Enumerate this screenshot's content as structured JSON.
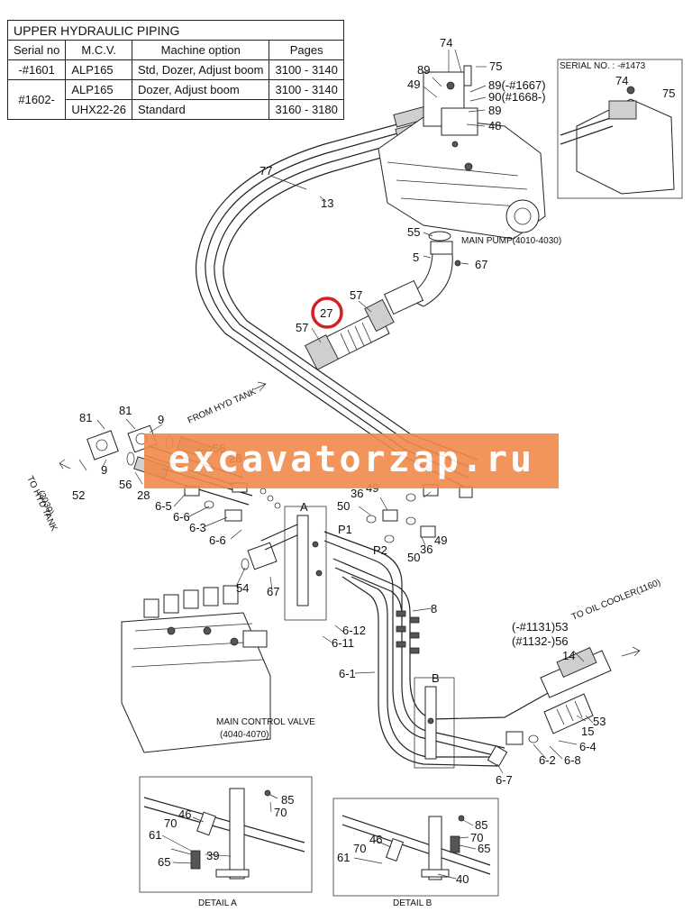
{
  "table": {
    "title": "UPPER HYDRAULIC PIPING",
    "headers": [
      "Serial no",
      "M.C.V.",
      "Machine option",
      "Pages"
    ],
    "rows": [
      {
        "serial": "-#1601",
        "mcv": "ALP165",
        "option": "Std, Dozer, Adjust boom",
        "pages": "3100 - 3140"
      },
      {
        "serial": "#1602-",
        "mcv": "ALP165",
        "option": "Dozer, Adjust boom",
        "pages": "3100 - 3140"
      },
      {
        "serial": "",
        "mcv": "UHX22-26",
        "option": "Standard",
        "pages": "3160 - 3180"
      }
    ]
  },
  "annotations": {
    "serial_no": "SERIAL NO. : -#1473",
    "main_pump": "MAIN PUMP(4010-4030)",
    "from_hyd_tank": "FROM HYD TANK",
    "to_hyd_tank": "TO HYD TANK",
    "to_hyd_tank_page": "(3030)",
    "main_control_valve": "MAIN CONTROL VALVE",
    "main_control_valve_pages": "(4040-4070)",
    "to_oil_cooler": "TO OIL COOLER(1160)",
    "detail_a": "DETAIL A",
    "detail_b": "DETAIL B",
    "box_a": "A",
    "box_b": "B",
    "port_p1": "P1",
    "port_p2": "P2",
    "highlighted_part": "27"
  },
  "part_labels": {
    "p74": "74",
    "p75": "75",
    "p89": "89",
    "p49": "49",
    "p89_1667": "89(-#1667)",
    "p90_1668": "90(#1668-)",
    "p48": "48",
    "p77": "77",
    "p13": "13",
    "p55": "55",
    "p5": "5",
    "p67": "67",
    "p57": "57",
    "p81": "81",
    "p9": "9",
    "p56": "56",
    "p28": "28",
    "p52": "52",
    "p6_5": "6-5",
    "p6_6": "6-6",
    "p6_3": "6-3",
    "p36": "36",
    "p50": "50",
    "p54": "54",
    "p8": "8",
    "p6_12": "6-12",
    "p6_11": "6-11",
    "p6_1": "6-1",
    "p53_1131": "(-#1131)53",
    "p56_1132": "(#1132-)56",
    "p14": "14",
    "p15": "15",
    "p53": "53",
    "p6_4": "6-4",
    "p6_2": "6-2",
    "p6_8": "6-8",
    "p6_7": "6-7",
    "p85": "85",
    "p70": "70",
    "p46": "46",
    "p61": "61",
    "p39": "39",
    "p65": "65",
    "p40": "40"
  },
  "watermark": "excavatorzap.ru",
  "colors": {
    "highlight_ring": "#d42020",
    "watermark_band": "#f08a4b"
  }
}
